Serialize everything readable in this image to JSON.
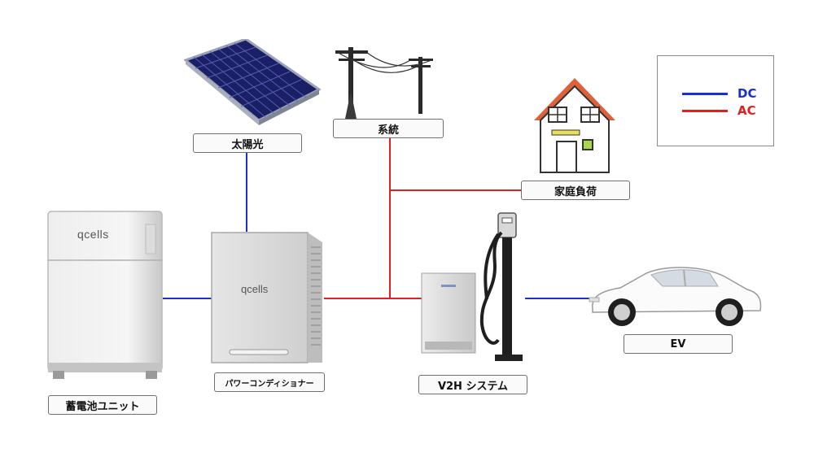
{
  "legend": {
    "dc_label": "DC",
    "ac_label": "AC",
    "dc_color": "#1a2fd0",
    "ac_color": "#e02020"
  },
  "nodes": {
    "solar": "太陽光",
    "grid": "系統",
    "home_load": "家庭負荷",
    "battery": "蓄電池ユニット",
    "power_conditioner": "パワーコンディショナー",
    "v2h": "V2H システム",
    "ev": "EV"
  },
  "branding": {
    "battery_logo": "qcells",
    "pcs_logo": "qcells"
  },
  "connections": [
    {
      "from": "solar",
      "to": "power_conditioner",
      "type": "DC"
    },
    {
      "from": "battery",
      "to": "power_conditioner",
      "type": "DC"
    },
    {
      "from": "power_conditioner",
      "to": "v2h",
      "type": "AC"
    },
    {
      "from": "grid",
      "to": "v2h",
      "type": "AC"
    },
    {
      "from": "home_load",
      "to": "grid",
      "type": "AC"
    },
    {
      "from": "v2h",
      "to": "ev",
      "type": "DC"
    }
  ]
}
